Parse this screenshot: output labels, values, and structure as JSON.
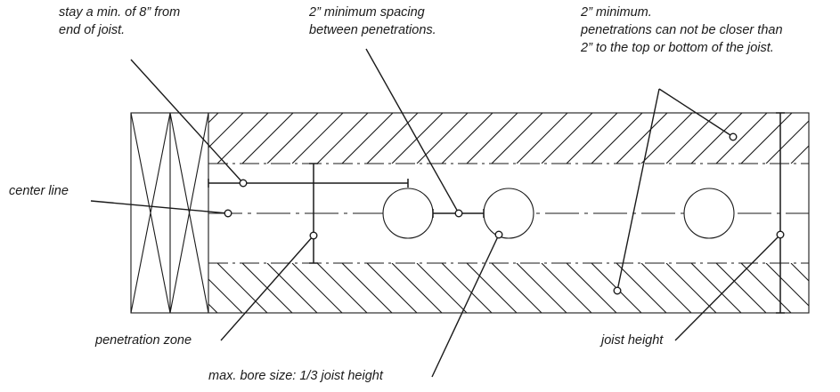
{
  "annotations": {
    "end_clearance": {
      "line1": "stay a min. of 8” from",
      "line2": "end of joist."
    },
    "spacing": {
      "line1": "2” minimum spacing",
      "line2": "between penetrations."
    },
    "edge_clearance": {
      "line1": "2” minimum.",
      "line2": "penetrations can not be closer than",
      "line3": "2” to the top or bottom of the joist."
    },
    "center_line": "center line",
    "penetration_zone": "penetration zone",
    "bore_size": "max. bore size: 1/3 joist height",
    "joist_height": "joist height"
  },
  "colors": {
    "line": "#1a1a1a",
    "background": "#ffffff"
  }
}
